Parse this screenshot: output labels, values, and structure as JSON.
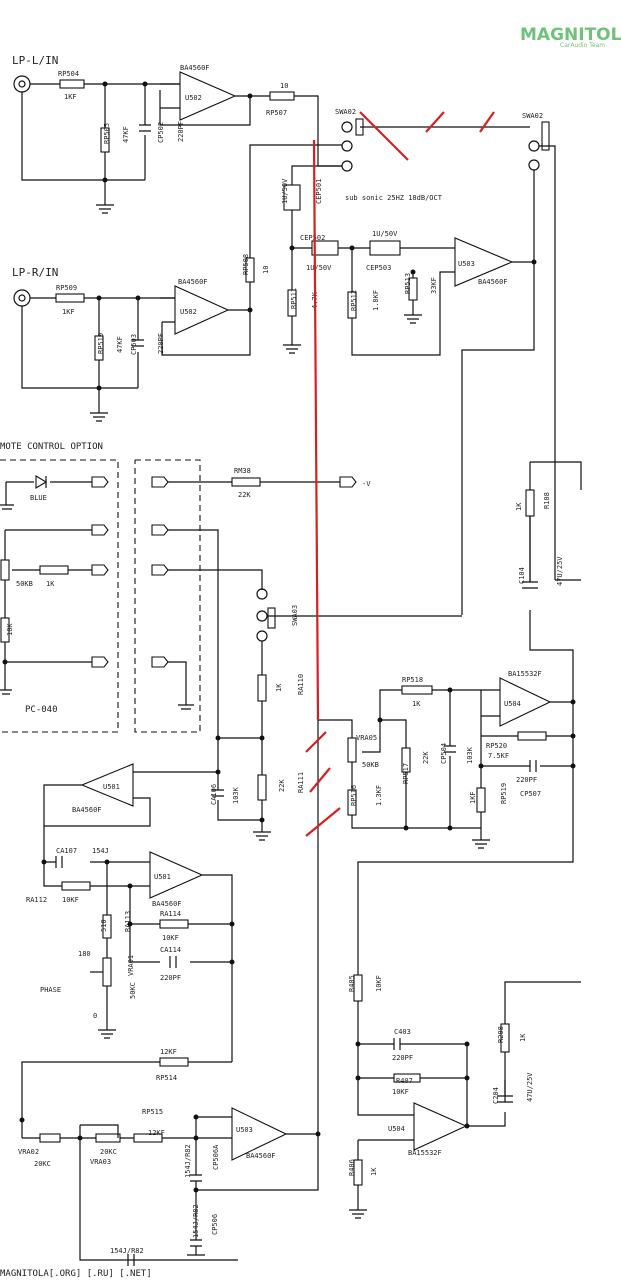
{
  "logo": {
    "main": "MAGNITOLA",
    "sub": "CarAudio Team"
  },
  "footer": "MAGNITOLA[.ORG] [.RU] [.NET]",
  "inputs": {
    "lp_l": "LP-L/IN",
    "lp_r": "LP-R/IN"
  },
  "sub_sonic_note": "sub sonic 25HZ 18dB/OCT",
  "remote": {
    "title": "MOTE CONTROL OPTION",
    "board": "PC-040",
    "led": "BLUE",
    "minus_v": "-V",
    "pot": "50KB",
    "r1k": "1K",
    "r10k": "10K"
  },
  "phase_label": "PHASE",
  "phase_marks": {
    "top": "180",
    "bottom": "0"
  },
  "parts": {
    "rp504": {
      "ref": "RP504",
      "val": "1KF"
    },
    "rp505": {
      "ref": "RP505",
      "val": "47KF"
    },
    "cp502": {
      "ref": "CP502",
      "val": "220PF"
    },
    "u502a": {
      "ref": "U502",
      "type": "BA4560F"
    },
    "rp507": {
      "ref": "RP507",
      "val": "10"
    },
    "rp509": {
      "ref": "RP509",
      "val": "1KF"
    },
    "rp510": {
      "ref": "RP510",
      "val": "47KF"
    },
    "cp503": {
      "ref": "CP503",
      "val": "220PF"
    },
    "u502b": {
      "ref": "U502",
      "type": "BA4560F"
    },
    "rp508": {
      "ref": "RP508",
      "val": "10"
    },
    "swa02a": {
      "ref": "SWA02"
    },
    "swa02b": {
      "ref": "SWA02"
    },
    "cep501": {
      "ref": "CEP501",
      "val": "1U/50V"
    },
    "cep502": {
      "ref": "CEP502",
      "val": "1U/50V"
    },
    "cep503": {
      "ref": "CEP503",
      "val": "1U/50V"
    },
    "rp511": {
      "ref": "RP511",
      "val": "4.7K"
    },
    "rp512": {
      "ref": "RP512",
      "val": "1.8KF"
    },
    "rp513": {
      "ref": "RP513",
      "val": "33KF"
    },
    "u503a": {
      "ref": "U503",
      "type": "BA4560F"
    },
    "rm38": {
      "ref": "RM38",
      "val": "22K"
    },
    "r108": {
      "ref": "R108",
      "val": "1K"
    },
    "c104": {
      "ref": "C104",
      "val": "47U/25V"
    },
    "swa03": {
      "ref": "SWA03"
    },
    "ra110": {
      "ref": "RA110",
      "val": "1K"
    },
    "ra111": {
      "ref": "RA111",
      "val": "22K"
    },
    "ca106": {
      "ref": "CA106",
      "val": "103K"
    },
    "u501a": {
      "ref": "U501",
      "type": "BA4560F"
    },
    "ca107": {
      "ref": "CA107",
      "val": "154J"
    },
    "ra112": {
      "ref": "RA112",
      "val": "10KF"
    },
    "u501b": {
      "ref": "U501",
      "type": "BA4560F"
    },
    "ra113": {
      "ref": "RA113",
      "val": "510"
    },
    "ra114": {
      "ref": "RA114",
      "val": "10KF"
    },
    "ca114": {
      "ref": "CA114",
      "val": "220PF"
    },
    "vra01": {
      "ref": "VRA01",
      "val": "50KC"
    },
    "rp514": {
      "ref": "RP514",
      "val": "12KF"
    },
    "vra02": {
      "ref": "VRA02",
      "val": "20KC"
    },
    "vra03": {
      "ref": "VRA03",
      "val": "20KC"
    },
    "rp515": {
      "ref": "RP515",
      "val": "12KF"
    },
    "cp505": {
      "ref": "CP506A",
      "val": "154J/R82"
    },
    "cp506": {
      "ref": "CP506",
      "val": "154J/R82"
    },
    "cp_bottom": {
      "val": "154J/R82"
    },
    "u503b": {
      "ref": "U503",
      "type": "BA4560F"
    },
    "rp518": {
      "ref": "RP518",
      "val": "1K"
    },
    "u504a": {
      "ref": "U504",
      "type": "BA15532F"
    },
    "vra05": {
      "ref": "VRA05",
      "val": "50KB"
    },
    "rp516": {
      "ref": "RP516",
      "val": "1.3KF"
    },
    "rp517": {
      "ref": "RP517",
      "val": "22K"
    },
    "cp504": {
      "ref": "CP504",
      "val": "103K"
    },
    "rp519": {
      "ref": "RP519",
      "val": "1KF"
    },
    "rp520": {
      "ref": "RP520",
      "val": "7.5KF"
    },
    "cp507": {
      "ref": "CP507",
      "val": "220PF"
    },
    "r405": {
      "ref": "R405",
      "val": "10KF"
    },
    "c403": {
      "ref": "C403",
      "val": "220PF"
    },
    "r407": {
      "ref": "R407",
      "val": "10KF"
    },
    "u504b": {
      "ref": "U504",
      "type": "BA15532F"
    },
    "r406": {
      "ref": "R406",
      "val": "1K"
    },
    "r208": {
      "ref": "R208",
      "val": "1K"
    },
    "c204": {
      "ref": "C204",
      "val": "47U/25V"
    }
  },
  "colors": {
    "wire": "#111111",
    "markup": "#d42020",
    "logo": "#6fc27a"
  }
}
